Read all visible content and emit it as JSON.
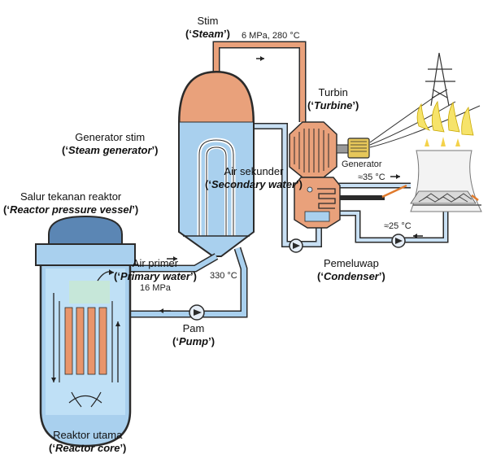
{
  "labels": {
    "steam": {
      "name": "Stim",
      "translation": "Steam"
    },
    "turbine": {
      "name": "Turbin",
      "translation": "Turbine"
    },
    "steam_generator": {
      "name": "Generator stim",
      "translation": "Steam generator"
    },
    "secondary_water": {
      "name": "Air sekunder",
      "translation": "Secondary water"
    },
    "pressure_vessel": {
      "name": "Salur tekanan reaktor",
      "translation": "Reactor pressure vessel"
    },
    "primary_water": {
      "name": "Air primer",
      "translation": "Primary water"
    },
    "condenser": {
      "name": "Pemeluwap",
      "translation": "Condenser"
    },
    "pump": {
      "name": "Pam",
      "translation": "Pump"
    },
    "reactor_core": {
      "name": "Reaktor utama",
      "translation": "Reactor core"
    }
  },
  "quote_open": "(‘",
  "quote_close": "’)",
  "annotations": {
    "steam_conditions": "6 MPa, 280 °C",
    "generator": "Generator",
    "cooling_temp_hot": "≈35 °C",
    "cooling_temp_cold": "≈25 °C",
    "primary_temp": "330 °C",
    "primary_pressure": "16 MPa"
  },
  "colors": {
    "water": "#a9d0ee",
    "water_dark": "#6fa4cf",
    "steam": "#e9a17b",
    "fuel": "#e8956b",
    "outline": "#2b2b2b",
    "vessel_top": "#5b86b4"
  }
}
